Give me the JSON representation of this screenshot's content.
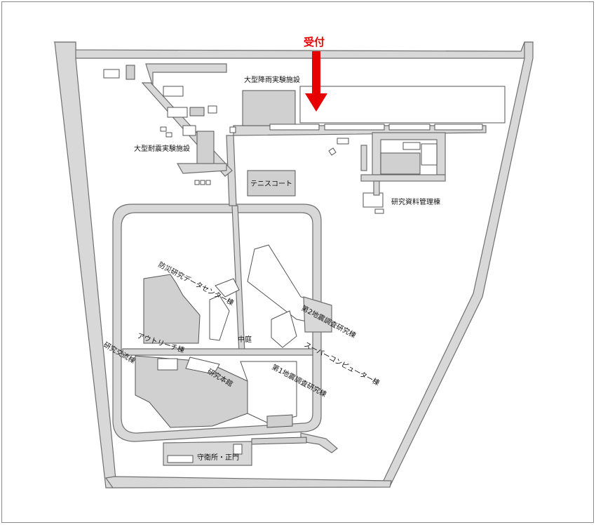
{
  "map": {
    "reception_label": "受付",
    "reception_color": "#e60000",
    "labels": {
      "rain_facility": "大型降雨実験施設",
      "seismic_facility": "大型耐震実験施設",
      "tennis_court": "テニスコート",
      "research_archive": "研究資料管理棟",
      "disaster_data_center": "防災研究データセンター棟",
      "outreach": "アウトリーチ棟",
      "exchange": "研究交流棟",
      "main_building": "研究本館",
      "courtyard": "中庭",
      "quake2": "第2地震調査研究棟",
      "supercomputer": "スーパーコンピューター棟",
      "quake1": "第1地震調査研究棟",
      "gate": "守衛所・正門"
    },
    "icons": {
      "reception_arrow": "down-arrow-icon"
    }
  }
}
